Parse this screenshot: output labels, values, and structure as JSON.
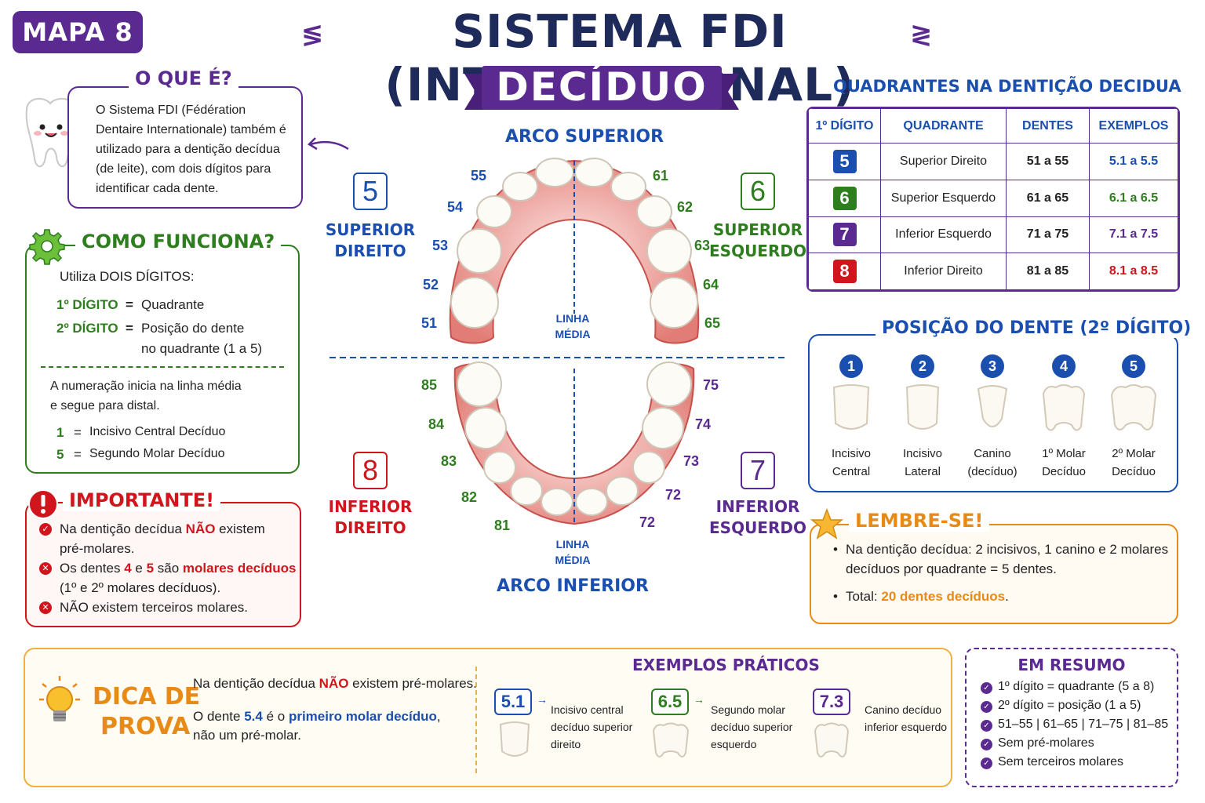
{
  "header": {
    "tag": "MAPA 8",
    "title": "SISTEMA FDI (INTERNACIONAL)",
    "banner": "DECÍDUO"
  },
  "oque": {
    "title": "O QUE É?",
    "text": "O Sistema FDI (Fédération Dentaire Internationale) também é utilizado para a dentição decídua (de leite), com dois dígitos para identificar cada dente."
  },
  "como": {
    "title": "COMO FUNCIONA?",
    "intro": "Utiliza DOIS DÍGITOS:",
    "d1_label": "1º DÍGITO",
    "d1_value": "Quadrante",
    "d2_label": "2º DÍGITO",
    "d2_value": "Posição do dente",
    "d2_value_2": "no quadrante (1 a 5)",
    "eq": "=",
    "note": "A numeração inicia na linha média",
    "note_2": "e segue para distal.",
    "ex1_num": "1",
    "ex1_text": "Incisivo Central Decíduo",
    "ex2_num": "5",
    "ex2_text": "Segundo Molar Decíduo"
  },
  "importante": {
    "title": "IMPORTANTE!",
    "l1a": "Na dentição decídua ",
    "l1b": "NÃO",
    "l1c": " existem",
    "l1d": "pré-molares.",
    "l2a": "Os dentes ",
    "l2b": "4",
    "l2c": " e ",
    "l2d": "5",
    "l2e": " são ",
    "l2f": "molares decíduos",
    "l2g": "(1º e 2º molares decíduos).",
    "l3": "NÃO existem terceiros molares."
  },
  "diagram": {
    "arco_superior": "ARCO SUPERIOR",
    "arco_inferior": "ARCO INFERIOR",
    "linha_media_1": "LINHA",
    "linha_media_2": "MÉDIA",
    "q5_num": "5",
    "q5_l1": "SUPERIOR",
    "q5_l2": "DIREITO",
    "q6_num": "6",
    "q6_l1": "SUPERIOR",
    "q6_l2": "ESQUERDO",
    "q8_num": "8",
    "q8_l1": "INFERIOR",
    "q8_l2": "DIREITO",
    "q7_num": "7",
    "q7_l1": "INFERIOR",
    "q7_l2": "ESQUERDO",
    "upper_right": [
      "55",
      "54",
      "53",
      "52",
      "51"
    ],
    "upper_left": [
      "61",
      "62",
      "63",
      "64",
      "65"
    ],
    "lower_right": [
      "85",
      "84",
      "83",
      "82",
      "81"
    ],
    "lower_left": [
      "75",
      "74",
      "73",
      "72",
      "72"
    ]
  },
  "table": {
    "title": "QUADRANTES NA DENTIÇÃO DECIDUA",
    "headers": [
      "1º DÍGITO",
      "QUADRANTE",
      "DENTES",
      "EXEMPLOS"
    ],
    "rows": [
      {
        "digit": "5",
        "quad": "Superior Direito",
        "dentes": "51 a 55",
        "ex": "5.1 a 5.5",
        "color": "#1a4fb0"
      },
      {
        "digit": "6",
        "quad": "Superior Esquerdo",
        "dentes": "61 a 65",
        "ex": "6.1 a 6.5",
        "color": "#2e7d1e"
      },
      {
        "digit": "7",
        "quad": "Inferior Esquerdo",
        "dentes": "71 a 75",
        "ex": "7.1 a 7.5",
        "color": "#5b2a91"
      },
      {
        "digit": "8",
        "quad": "Inferior Direito",
        "dentes": "81 a 85",
        "ex": "8.1 a 8.5",
        "color": "#d0151c"
      }
    ]
  },
  "posicao": {
    "title": "POSIÇÃO DO DENTE (2º DÍGITO)",
    "items": [
      {
        "n": "1",
        "l1": "Incisivo",
        "l2": "Central"
      },
      {
        "n": "2",
        "l1": "Incisivo",
        "l2": "Lateral"
      },
      {
        "n": "3",
        "l1": "Canino",
        "l2": "(decíduo)"
      },
      {
        "n": "4",
        "l1": "1º Molar",
        "l2": "Decíduo"
      },
      {
        "n": "5",
        "l1": "2º Molar",
        "l2": "Decíduo"
      }
    ]
  },
  "lembre": {
    "title": "LEMBRE-SE!",
    "l1": "Na dentição decídua: 2 incisivos, 1 canino e 2 molares",
    "l2": "decíduos por quadrante = 5 dentes.",
    "l3a": "Total: ",
    "l3b": "20 dentes decíduos",
    "l3c": "."
  },
  "dica": {
    "title_1": "DICA DE",
    "title_2": "PROVA",
    "p1a": "Na dentição decídua ",
    "p1b": "NÃO",
    "p1c": " existem pré-molares.",
    "p2a": "O dente ",
    "p2b": "5.4",
    "p2c": " é o ",
    "p2d": "primeiro molar decíduo",
    "p2e": ",",
    "p2f": "não um pré-molar."
  },
  "exemplos": {
    "title": "EXEMPLOS PRÁTICOS",
    "items": [
      {
        "code": "5.1",
        "text": "Incisivo central decíduo superior direito"
      },
      {
        "code": "6.5",
        "text": "Segundo molar decíduo superior esquerdo"
      },
      {
        "code": "7.3",
        "text": "Canino decíduo inferior esquerdo"
      }
    ]
  },
  "resumo": {
    "title": "EM RESUMO",
    "items": [
      "1º dígito = quadrante (5 a 8)",
      "2º dígito = posição (1 a 5)",
      "51–55 | 61–65 | 71–75 | 81–85",
      "Sem pré-molares",
      "Sem terceiros molares"
    ]
  },
  "colors": {
    "blue": "#1a4fb0",
    "green": "#2e7d1e",
    "purple": "#5b2a91",
    "red": "#d0151c",
    "orange": "#e88a16",
    "navy": "#1e2a5a"
  }
}
